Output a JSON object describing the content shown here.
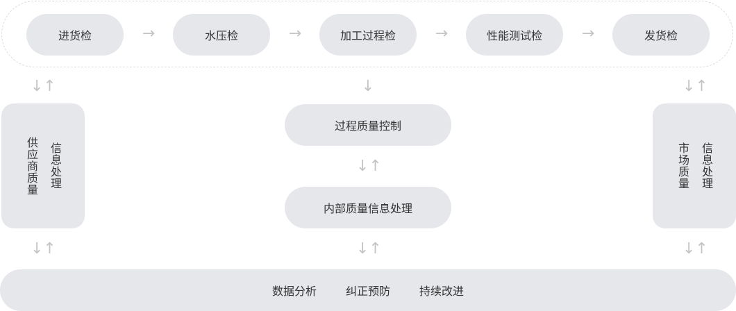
{
  "process_steps": [
    "进货检",
    "水压检",
    "加工过程检",
    "性能测试检",
    "发货检"
  ],
  "arrows": {
    "right": "→",
    "bidirectional": "↓↑",
    "down": "↓"
  },
  "supplier_box": {
    "col1": "供应商质量",
    "col2": "信息处理"
  },
  "market_box": {
    "col1": "市场质量",
    "col2": "信息处理"
  },
  "center": {
    "process_control": "过程质量控制",
    "internal_info": "内部质量信息处理"
  },
  "bottom": {
    "items": [
      "数据分析",
      "纠正预防",
      "持续改进"
    ]
  },
  "colors": {
    "box": "#e6e7eb",
    "arrow": "#c4c4c4",
    "text": "#333333"
  }
}
